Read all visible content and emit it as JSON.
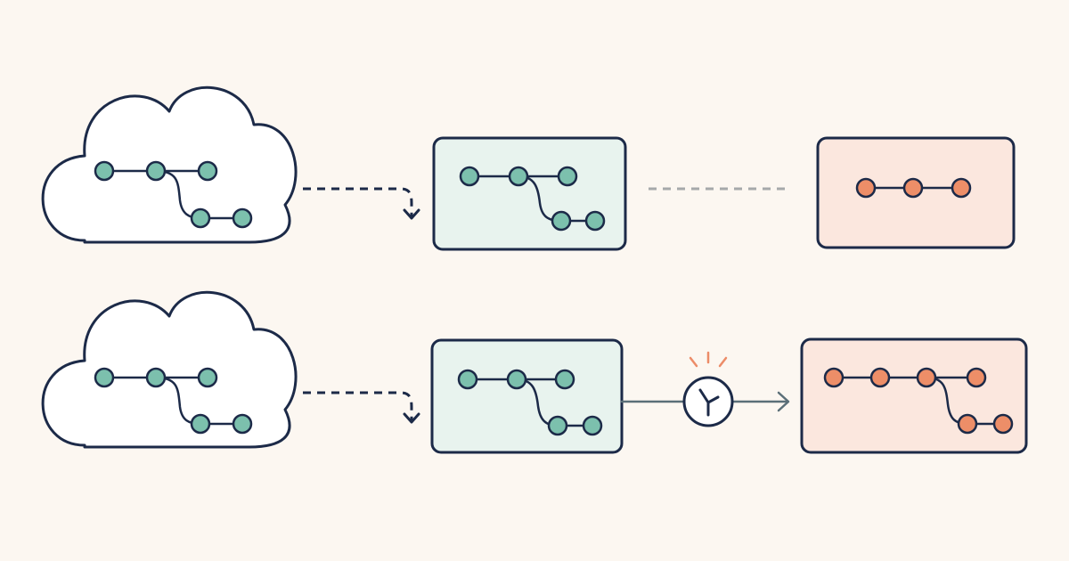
{
  "colors": {
    "background": "#fcf7f1",
    "ink": "#1c2a48",
    "teal_node": "#7cc0ad",
    "teal_fill": "#e8f3ee",
    "orange_node": "#ed8e68",
    "orange_fill": "#fbe7de",
    "gray_dash": "#a6a9aa",
    "arrow_gray": "#5b6f78",
    "spark": "#ec8c68"
  },
  "rows": [
    {
      "id": "top",
      "remote": {
        "icon": "cloud-icon",
        "graph": "branched"
      },
      "local": {
        "graph": "branched"
      },
      "fork": {
        "graph": "linear-three",
        "link": "dashed-gray"
      }
    },
    {
      "id": "bottom",
      "remote": {
        "icon": "cloud-icon",
        "graph": "branched"
      },
      "local": {
        "graph": "branched"
      },
      "merge": {
        "icon": "merge-icon"
      },
      "fork": {
        "graph": "branched-four",
        "link": "solid-arrow"
      }
    }
  ]
}
